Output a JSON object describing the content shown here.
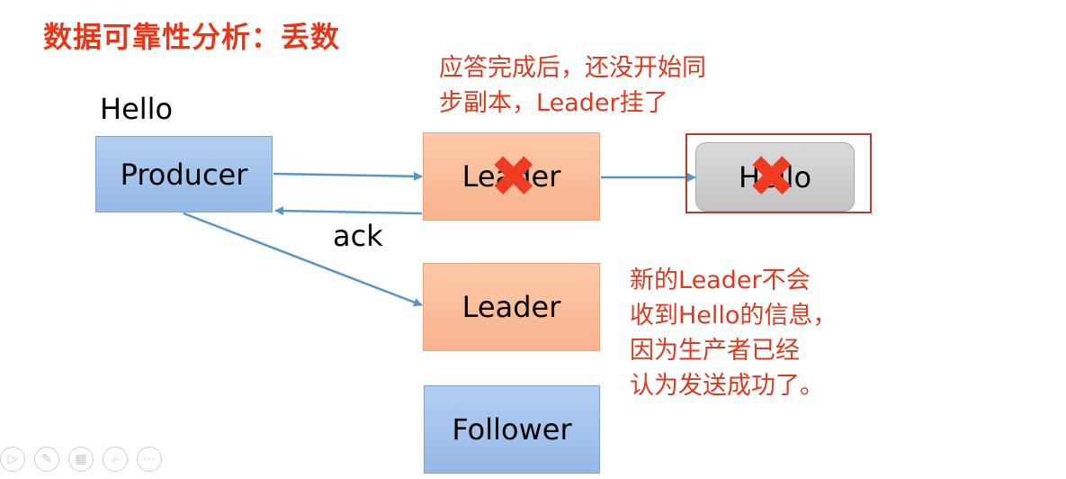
{
  "title": "数据可靠性分析：丢数",
  "note_top": [
    "应答完成后，还没开始同",
    "步副本，Leader挂了"
  ],
  "note_right": [
    "新的Leader不会",
    "收到Hello的信息，",
    "因为生产者已经",
    "认为发送成功了。"
  ],
  "message_label": "Hello",
  "ack_label": "ack",
  "boxes": {
    "producer": "Producer",
    "leader_failed": "Leader",
    "replica_failed": "Hello",
    "new_leader": "Leader",
    "follower": "Follower"
  },
  "failure_mark": "✖",
  "colors": {
    "accent_red": "#e8361a",
    "arrow": "#5b95c8"
  },
  "toolbar": {
    "icons": [
      "play-icon",
      "pen-icon",
      "slides-icon",
      "zoom-icon",
      "more-icon"
    ],
    "glyphs": [
      "▷",
      "✎",
      "▦",
      "⌕",
      "⋯"
    ]
  }
}
